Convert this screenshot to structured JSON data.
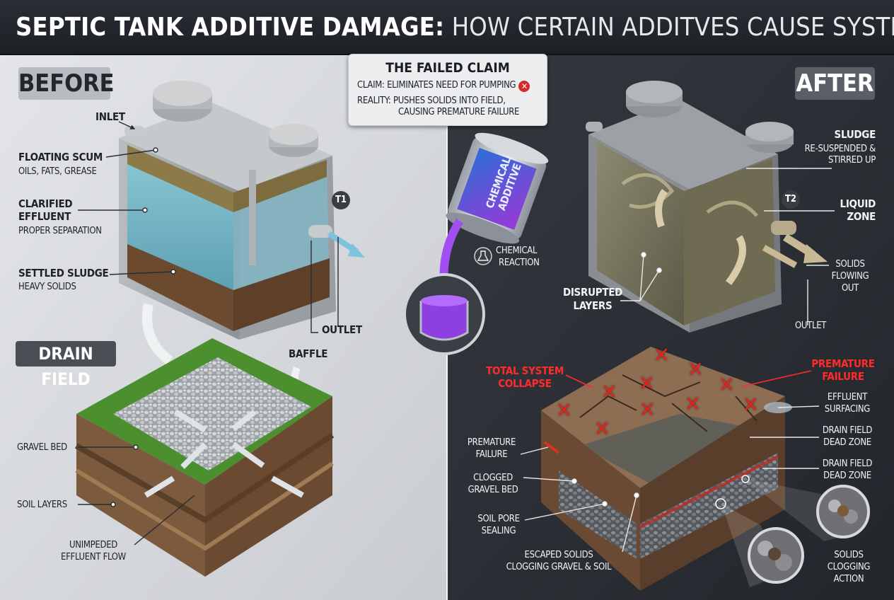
{
  "header": {
    "title_bold": "SEPTIC TANK ADDITIVE DAMAGE:",
    "title_light": " HOW CERTAIN ADDITVES CAUSE SYSTEM FAILURE"
  },
  "before": {
    "tag": "BEFORE",
    "tank_tag": "T1",
    "inlet": "INLET",
    "scum_title": "FLOATING SCUM",
    "scum_sub": "OILS, FATS, GREASE",
    "clarified_title_1": "CLARIFIED",
    "clarified_title_2": "EFFLUENT",
    "clarified_sub": "PROPER SEPARATION",
    "sludge_title": "SETTLED SLUDGE",
    "sludge_sub": "HEAVY SOLIDS",
    "outlet": "OUTLET",
    "baffle": "BAFFLE"
  },
  "drain_field": {
    "tag": "DRAIN FIELD",
    "gravel_bed": "GRAVEL BED",
    "soil_layers": "SOIL LAYERS",
    "unimpeded_1": "UNIMPEDED",
    "unimpeded_2": "EFFLUENT FLOW"
  },
  "claim_box": {
    "title": "THE FAILED CLAIM",
    "claim": "CLAIM: ELIMINATES NEED FOR PUMPING",
    "reality_1": "REALITY: PUSHES SOLIDS INTO FIELD,",
    "reality_2": "CAUSING PREMATURE FAILURE"
  },
  "additive": {
    "can_text_1": "CHEMICAL",
    "can_text_2": "ADDITIVE",
    "reaction_1": "CHEMICAL",
    "reaction_2": "REACTION"
  },
  "after": {
    "tag": "AFTER",
    "tank_tag": "T2",
    "sludge_title": "SLUDGE",
    "sludge_sub_1": "RE-SUSPENDED &",
    "sludge_sub_2": "STIRRED UP",
    "liquid_1": "LIQUID",
    "liquid_2": "ZONE",
    "solids_1": "SOLIDS",
    "solids_2": "FLOWING",
    "solids_3": "OUT",
    "disrupted_1": "DISRUPTED",
    "disrupted_2": "LAYERS",
    "outlet": "OUTLET"
  },
  "failed_field": {
    "total_1": "TOTAL SYSTEM",
    "total_2": "COLLAPSE",
    "premature_red_1": "PREMATURE",
    "premature_red_2": "FAILURE",
    "effluent_1": "EFFLUENT",
    "effluent_2": "SURFACING",
    "dead_a_1": "DRAIN FIELD",
    "dead_a_2": "DEAD ZONE",
    "dead_b_1": "DRAIN FIELD",
    "dead_b_2": "DEAD ZONE",
    "premature_1": "PREMATURE",
    "premature_2": "FAILURE",
    "clogged_1": "CLOGGED",
    "clogged_2": "GRAVEL BED",
    "pore_1": "SOIL PORE",
    "pore_2": "SEALING",
    "escaped_1": "ESCAPED SOLIDS",
    "escaped_2": "CLOGGING GRAVEL & SOIL",
    "action_1": "SOLIDS",
    "action_2": "CLOGGING",
    "action_3": "ACTION"
  },
  "colors": {
    "left_panel": "#d9dce0",
    "right_panel": "#2b2f35",
    "alert_red": "#ff2b2b",
    "additive_purple": "#9b4dff"
  }
}
